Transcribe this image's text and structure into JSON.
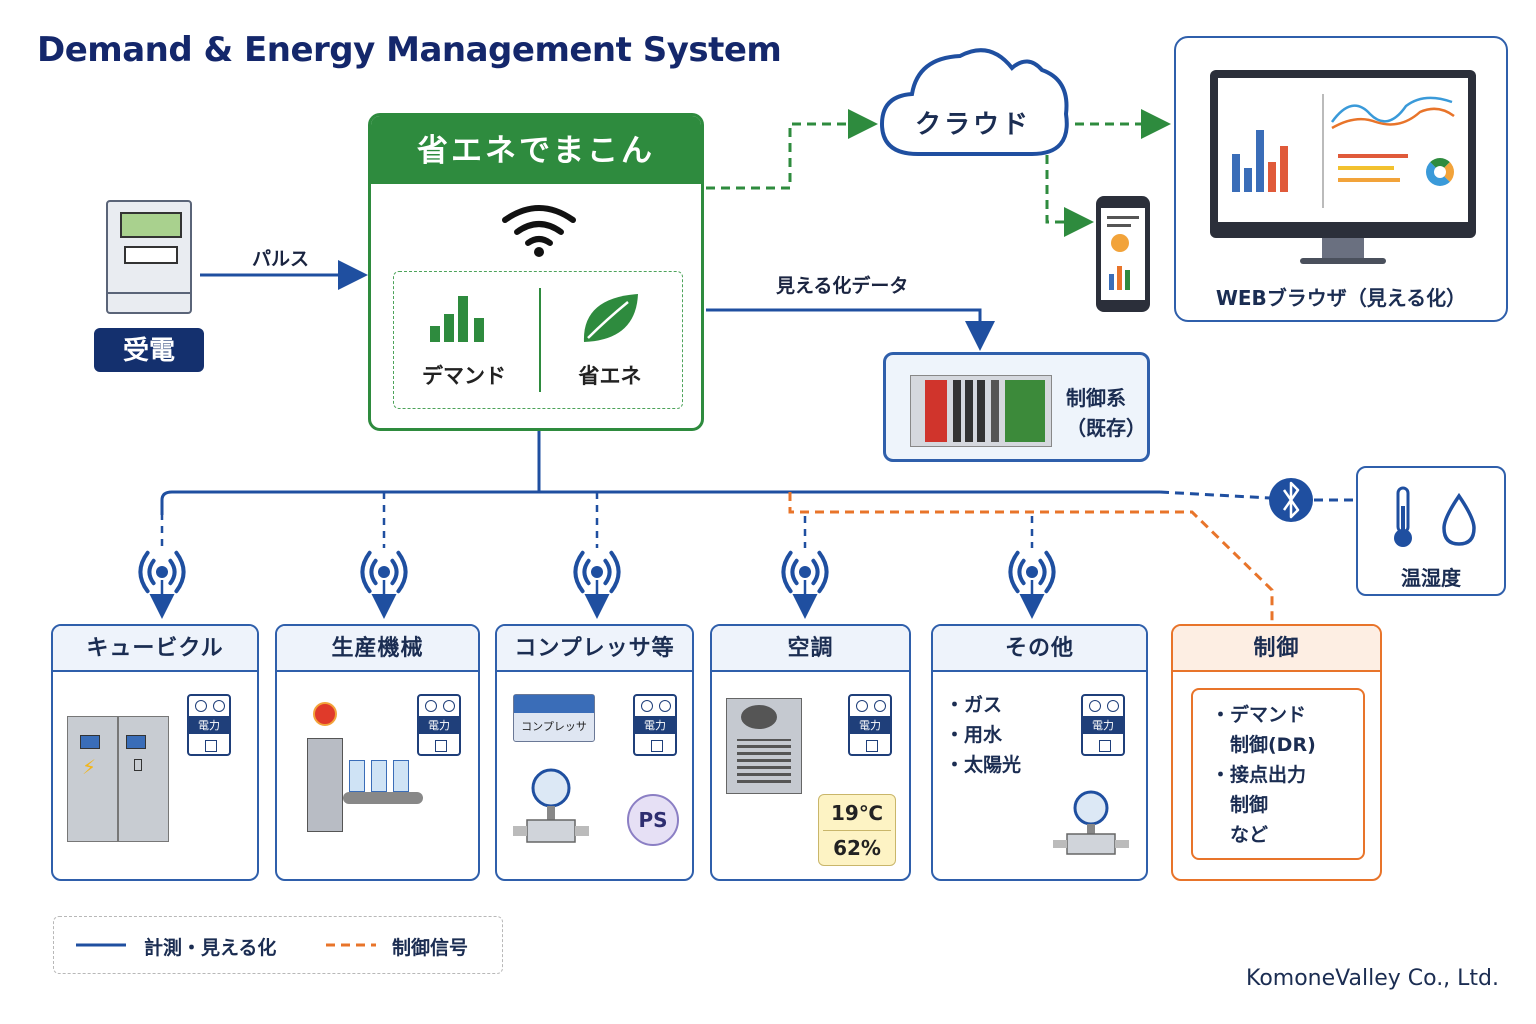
{
  "title": "Demand & Energy Management System",
  "hub": {
    "title": "省エネでまこん",
    "demand_label": "デマンド",
    "saving_label": "省エネ",
    "colors": {
      "accent": "#2e8b3e"
    }
  },
  "meter": {
    "label": "受電",
    "edge_label": "パルス"
  },
  "cloud": {
    "label": "クラウド"
  },
  "visualization_edge_label": "見える化データ",
  "web": {
    "label": "WEBブラウザ（見える化）"
  },
  "control_system": {
    "line1": "制御系",
    "line2": "（既存）"
  },
  "sensor": {
    "label": "温湿度"
  },
  "cards": [
    {
      "title": "キュービクル",
      "meter_label": "電力"
    },
    {
      "title": "生産機械",
      "meter_label": "電力"
    },
    {
      "title": "コンプレッサ等",
      "meter_label": "電力",
      "device_label": "コンプレッサ",
      "ps_label": "PS"
    },
    {
      "title": "空調",
      "meter_label": "電力",
      "temperature": "19℃",
      "humidity": "62%"
    },
    {
      "title": "その他",
      "meter_label": "電力",
      "bullets": [
        "・ガス",
        "・用水",
        "・太陽光"
      ]
    },
    {
      "title": "制御",
      "bullets": [
        "・デマンド",
        "　制御(DR)",
        "・接点出力",
        "　制御",
        "　など"
      ]
    }
  ],
  "legend": {
    "measure_label": "計測・見える化",
    "control_label": "制御信号"
  },
  "company": "KomoneValley  Co., Ltd.",
  "colors": {
    "measure_line": "#1f4fa0",
    "control_line": "#e8742a",
    "cloud_line": "#2e8b3e",
    "navy": "#14306e"
  }
}
